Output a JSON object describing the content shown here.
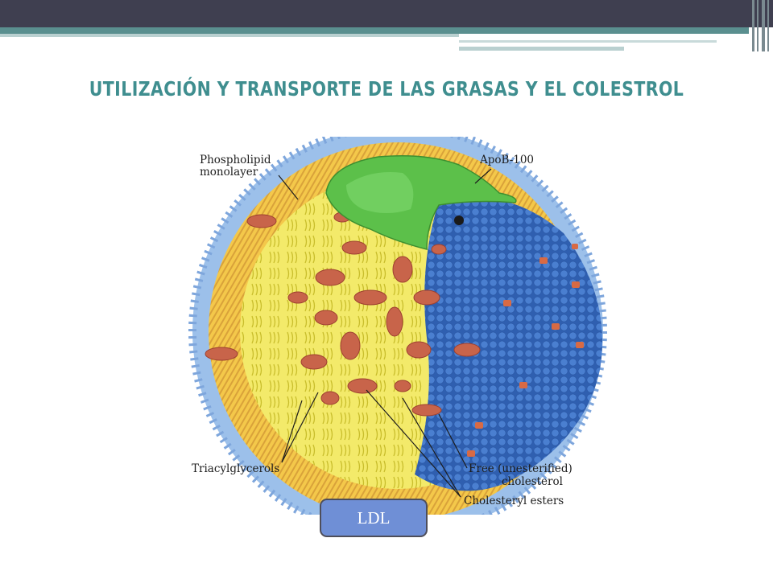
{
  "slide": {
    "title": "UTILIZACIÓN  Y TRANSPORTE DE LAS GRASAS Y EL COLESTROL"
  },
  "diagram": {
    "labels": {
      "phospholipid_line1": "Phospholipid",
      "phospholipid_line2": "monolayer",
      "apob": "ApoB-100",
      "triacylglycerols": "Triacylglycerols",
      "free_chol_line1": "Free (unesterified)",
      "free_chol_line2": "cholesterol",
      "cholesteryl_esters": "Cholesteryl esters"
    },
    "colors": {
      "monolayer_blue": "#7ea6dc",
      "surface_blue": "#3d6ec2",
      "lipid_yellow": "#f0e650",
      "rim_orange": "#e3b040",
      "cholesterol_red": "#c8644a",
      "apob_green": "#5cc04a"
    }
  },
  "ldl_button": {
    "label": "LDL",
    "color": "#6f8fd6"
  }
}
